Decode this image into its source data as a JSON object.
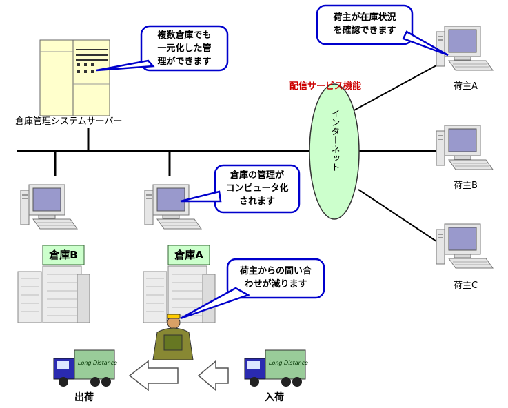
{
  "server": {
    "caption": "倉庫管理システムサーバー"
  },
  "internet": {
    "label": "インターネット",
    "service_label": "配信サービス機能"
  },
  "callouts": {
    "server": [
      "複数倉庫でも",
      "一元化した管",
      "理ができます"
    ],
    "shipper": [
      "荷主が在庫状況",
      "を確認できます"
    ],
    "warehouse": [
      "倉庫の管理が",
      "コンピュータ化",
      "されます"
    ],
    "worker": [
      "荷主からの問い合",
      "わせが減ります"
    ]
  },
  "warehouses": [
    {
      "sign": "倉庫B"
    },
    {
      "sign": "倉庫A"
    }
  ],
  "shippers": [
    {
      "label": "荷主A"
    },
    {
      "label": "荷主B"
    },
    {
      "label": "荷主C"
    }
  ],
  "logistics": {
    "outbound": "出荷",
    "inbound": "入荷",
    "truck_text": "Long Distance"
  },
  "colors": {
    "callout_border": "#0000cc",
    "service_label": "#cc0000",
    "sign": "#ccffcc",
    "internet": "#ccffcc",
    "screen": "#9999cc"
  }
}
